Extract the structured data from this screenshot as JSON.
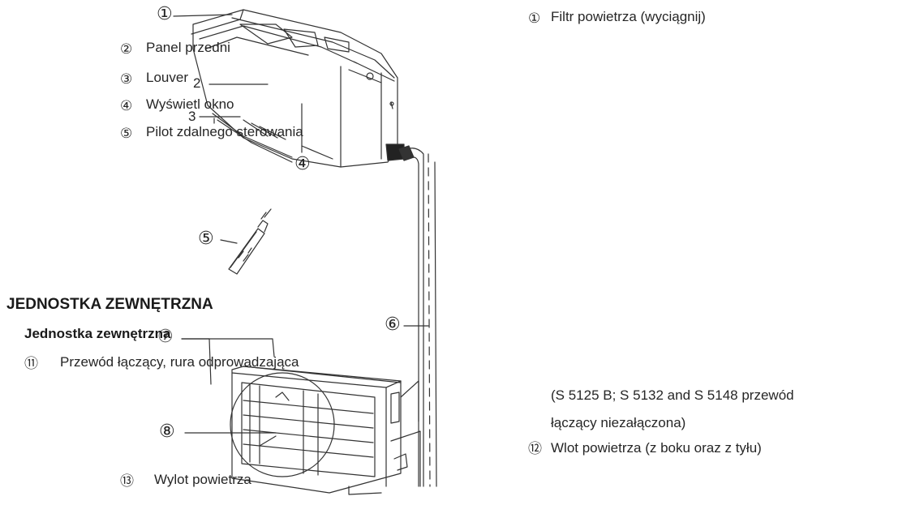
{
  "indoor_legend": {
    "items": [
      {
        "number": "②",
        "text": "Panel przedni"
      },
      {
        "number": "③",
        "text": "Louver"
      },
      {
        "number": "④",
        "text": "Wyświetl okno"
      },
      {
        "number": "⑤",
        "text": "Pilot zdalnego sterowania"
      }
    ]
  },
  "right_legend": {
    "filter": {
      "number": "①",
      "text": "Filtr powietrza (wyciągnij)"
    },
    "note_line1": "(S 5125 B; S 5132 and S 5148 przewód",
    "note_line2": "łączący niezałączona)",
    "air_inlet": {
      "number": "⑫",
      "text": "Wlot powietrza (z boku oraz z tyłu)"
    }
  },
  "outdoor": {
    "heading": "JEDNOSTKA ZEWNĘTRZNA",
    "subheading": "Jednostka zewnętrzna",
    "item11": {
      "number": "⑪",
      "text": "Przewód łączący, rura odprowadzająca"
    },
    "item13": {
      "number": "⑬",
      "text": "Wylot powietrza"
    }
  },
  "callouts": {
    "c1": "①",
    "c2": "2",
    "c3": "3",
    "c4": "④",
    "c5": "⑤",
    "c6": "⑥",
    "c7": "⑦",
    "c8": "⑧"
  }
}
